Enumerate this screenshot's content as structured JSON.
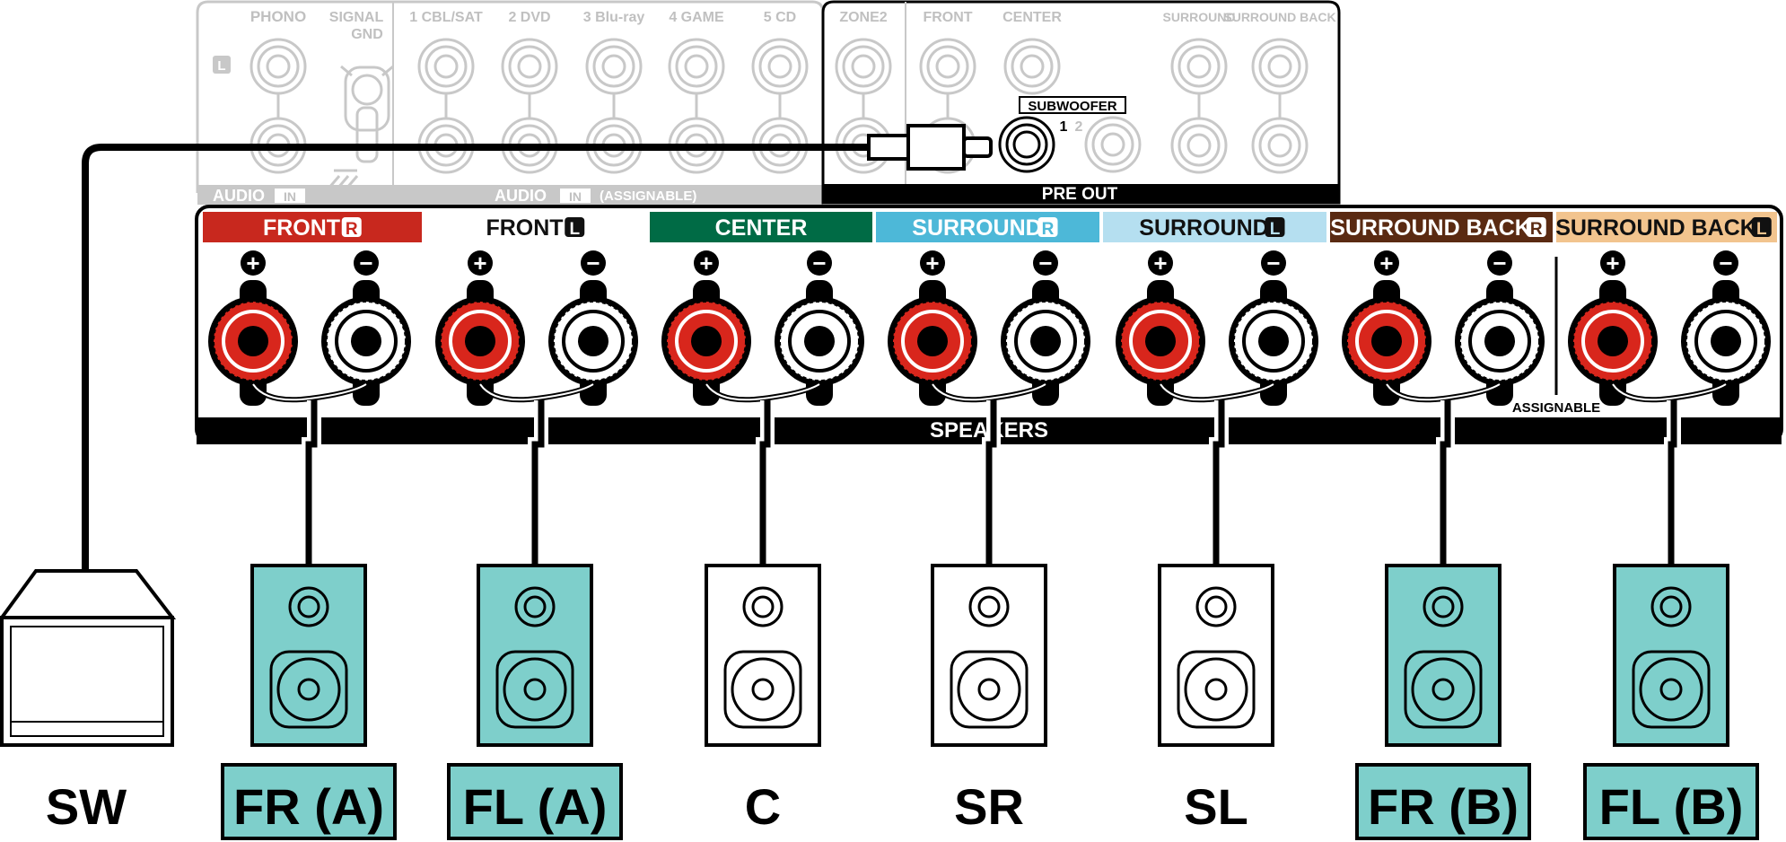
{
  "input_panel": {
    "phono": "PHONO",
    "l_badge": "L",
    "signal_gnd_line1": "SIGNAL",
    "signal_gnd_line2": "GND",
    "inputs": [
      "1 CBL/SAT",
      "2 DVD",
      "3 Blu-ray",
      "4 GAME",
      "5 CD"
    ],
    "audio_in_left": "AUDIO",
    "in_badge": "IN",
    "audio_in_assignable": "AUDIO",
    "assignable_paren": "(ASSIGNABLE)"
  },
  "preout_panel": {
    "zone2": "ZONE2",
    "front": "FRONT",
    "center": "CENTER",
    "surround": "SURROUND",
    "surround_back": "SURROUND BACK",
    "subwoofer": "SUBWOOFER",
    "sub_1": "1",
    "sub_2": "2",
    "title": "PRE OUT"
  },
  "speaker_panel": {
    "title": "SPEAKERS",
    "assignable": "ASSIGNABLE",
    "channels": [
      {
        "label": "FRONT",
        "badge": "R",
        "bg": "#c8281e",
        "fg": "#ffffff"
      },
      {
        "label": "FRONT",
        "badge": "L",
        "bg": "#ffffff",
        "fg": "#111111"
      },
      {
        "label": "CENTER",
        "badge": "",
        "bg": "#006b45",
        "fg": "#ffffff"
      },
      {
        "label": "SURROUND",
        "badge": "R",
        "bg": "#4db8d8",
        "fg": "#ffffff"
      },
      {
        "label": "SURROUND",
        "badge": "L",
        "bg": "#b5dff0",
        "fg": "#111111"
      },
      {
        "label": "SURROUND BACK",
        "badge": "R",
        "bg": "#5a2a12",
        "fg": "#ffffff"
      },
      {
        "label": "SURROUND BACK",
        "badge": "L",
        "bg": "#f2c48e",
        "fg": "#111111"
      }
    ],
    "plus": "+",
    "minus": "−"
  },
  "speakers": [
    {
      "label": "SW",
      "highlight": false
    },
    {
      "label": "FR (A)",
      "highlight": true
    },
    {
      "label": "FL (A)",
      "highlight": true
    },
    {
      "label": "C",
      "highlight": false
    },
    {
      "label": "SR",
      "highlight": false
    },
    {
      "label": "SL",
      "highlight": false
    },
    {
      "label": "FR (B)",
      "highlight": true
    },
    {
      "label": "FL (B)",
      "highlight": true
    }
  ],
  "colors": {
    "terminal_red": "#d8261c",
    "highlight_teal": "#7ecfcb",
    "faded_grey": "#c8c8c8"
  }
}
